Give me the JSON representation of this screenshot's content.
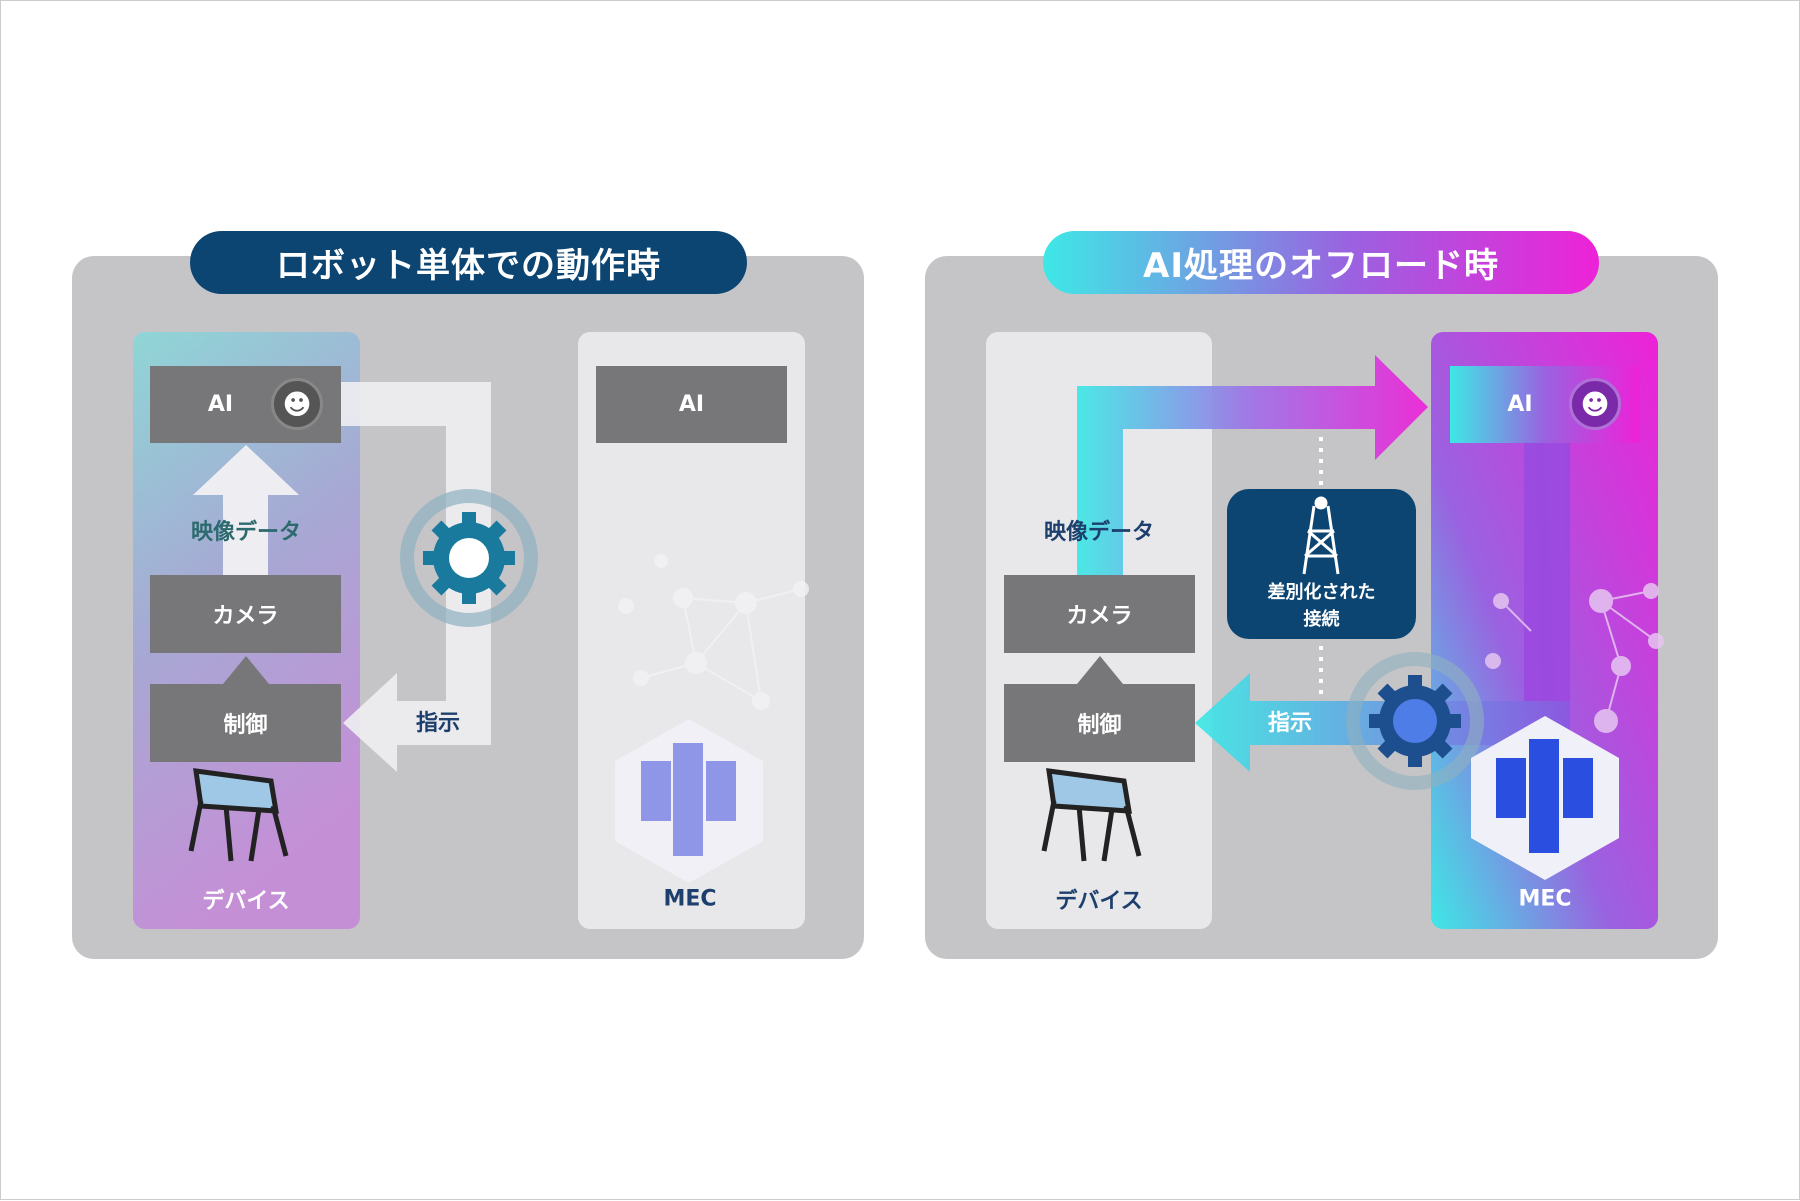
{
  "left": {
    "title": "ロボット単体での動作時",
    "device": {
      "ai": "AI",
      "camera": "カメラ",
      "control": "制御",
      "label": "デバイス"
    },
    "video_data": "映像データ",
    "instruction": "指示",
    "mec": {
      "ai": "AI",
      "label": "MEC"
    }
  },
  "right": {
    "title": "AI処理のオフロード時",
    "device": {
      "camera": "カメラ",
      "control": "制御",
      "label": "デバイス"
    },
    "video_data": "映像データ",
    "instruction": "指示",
    "connection": {
      "line1": "差別化された",
      "line2": "接続"
    },
    "mec": {
      "ai": "AI",
      "label": "MEC"
    }
  },
  "colors": {
    "navy": "#0d4572",
    "cyan": "#3ee8e6",
    "magenta": "#ee22d8",
    "gray_box": "#777779"
  }
}
